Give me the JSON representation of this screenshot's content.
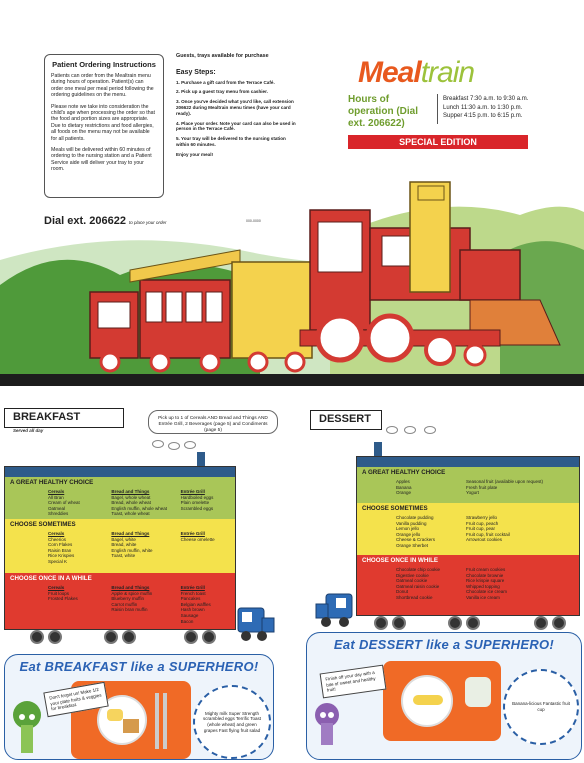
{
  "top_panel": {
    "instructions": {
      "title": "Patient Ordering Instructions",
      "p1": "Patients can order from the Mealtrain menu during hours of operation. Patient(s) can order one meal per meal period following the ordering guidelines on the menu.",
      "p2": "Please note we take into consideration the child's age when processing the order so that the food and portion sizes are appropriate. Due to dietary restrictions and food allergies, all foods on the menu may not be available for all patients.",
      "p3": "Meals will be delivered within 60 minutes of ordering to the nursing station and a Patient Service aide will deliver your tray to your room."
    },
    "dial_left": "Dial ext. 206622",
    "dial_left_note": "to place your order",
    "guests": {
      "head": "Guests, trays available for purchase",
      "steps_title": "Easy Steps:",
      "steps": [
        "1. Purchase a gift card from the Terrace Café.",
        "2. Pick up a guest tray menu from cashier.",
        "3. Once you've decided what you'd like, call extension 206622 during Mealtrain menu times (have your card ready).",
        "4. Place your order. Note your card can also be used in person in the Terrace Café.",
        "5. Your tray will be delivered to the nursing station within 60 minutes.",
        "Enjoy your meal!"
      ]
    },
    "code": "000-0000",
    "logo_meal": "Meal",
    "logo_train": "train",
    "hours_title": "Hours of operation (Dial ext. 206622)",
    "hours": [
      "Breakfast  7:30 a.m. to 9:30 a.m.",
      "Lunch      11:30 a.m. to 1:30 p.m.",
      "Supper     4:15 p.m. to 6:15 p.m."
    ],
    "special_edition": "SPECIAL EDITION"
  },
  "breakfast": {
    "sign": "BREAKFAST",
    "sign_sub": "Served all day",
    "bubble": "Pick up to 1 of Cereals AND Bread and Things AND Entrée Grill, 2 Beverages (page 5) and Condiments (page 5)",
    "healthy": {
      "title": "A GREAT HEALTHY CHOICE",
      "cols": [
        {
          "head": "Cereals",
          "items": "All Bran\nCream of wheat\nOatmeal\nShreddies"
        },
        {
          "head": "Bread and Things",
          "items": "Bagel, whole wheat\nBread, whole wheat\nEnglish muffin, whole wheat\nToast, whole wheat"
        },
        {
          "head": "Entrée Grill",
          "items": "Hardboiled eggs\nPlain omelette\nScrambled eggs"
        }
      ]
    },
    "sometimes": {
      "title": "CHOOSE SOMETIMES",
      "cols": [
        {
          "head": "Cereals",
          "items": "Cheerios\nCorn Flakes\nRaisin Bran\nRice Krispies\nSpecial K"
        },
        {
          "head": "Bread and Things",
          "items": "Bagel, white\nBread, white\nEnglish muffin, white\nToast, white"
        },
        {
          "head": "Entrée Grill",
          "items": "Cheese omelette"
        }
      ]
    },
    "once": {
      "title": "CHOOSE ONCE IN A WHILE",
      "cols": [
        {
          "head": "Cereals",
          "items": "Fruit loops\nFrosted Flakes"
        },
        {
          "head": "Bread and Things",
          "items": "Apple & spice muffin\nBlueberry muffin\nCarrot muffin\nRaisin bran muffin"
        },
        {
          "head": "Entrée Grill",
          "items": "French toast\nPancakes\nBelgian waffles\nHash brown\nSausage\nBacon"
        }
      ]
    }
  },
  "dessert": {
    "sign": "DESSERT",
    "healthy": {
      "title": "A GREAT HEALTHY CHOICE",
      "cols": [
        {
          "items": "Apples\nBanana\nOrange"
        },
        {
          "items": "Seasonal fruit (available upon request)\nFresh fruit plate\nYogurt"
        }
      ]
    },
    "sometimes": {
      "title": "CHOOSE SOMETIMES",
      "cols": [
        {
          "items": "Chocolate pudding\nVanilla pudding\nLemon jello\nOrange jello\nCheese & Crackers\nOrange Sherbet"
        },
        {
          "items": "Strawberry jello\nFruit cup, peach\nFruit cup, pear\nFruit cup, fruit cocktail\nArrowroot cookies"
        }
      ]
    },
    "once": {
      "title": "CHOOSE ONCE IN WHILE",
      "cols": [
        {
          "items": "Chocolate chip cookie\nDigestive cookie\nOatmeal cookie\nOatmeal raisin cookie\nDonut\nShortbread cookie"
        },
        {
          "items": "Fruit cream cookies\nChocolate brownie\nRice krispie square\nWhipped topping\nChocolate ice cream\nVanilla ice cream"
        }
      ]
    }
  },
  "hero_breakfast": {
    "title": "Eat BREAKFAST like a SUPERHERO!",
    "note": "Don't forget us! Make 1/2 your plate fruits & veggies for breakfast.",
    "burst": "Mighty milk Super Strength scrambled eggs Terrific Toast (whole wheat) and green grapes Fast flying fruit salad"
  },
  "hero_dessert": {
    "title": "Eat DESSERT like a SUPERHERO!",
    "note": "Finish off your day with a bite of sweet and healthy fruit!",
    "burst": "Banana-licious Fantastic fruit cup"
  }
}
